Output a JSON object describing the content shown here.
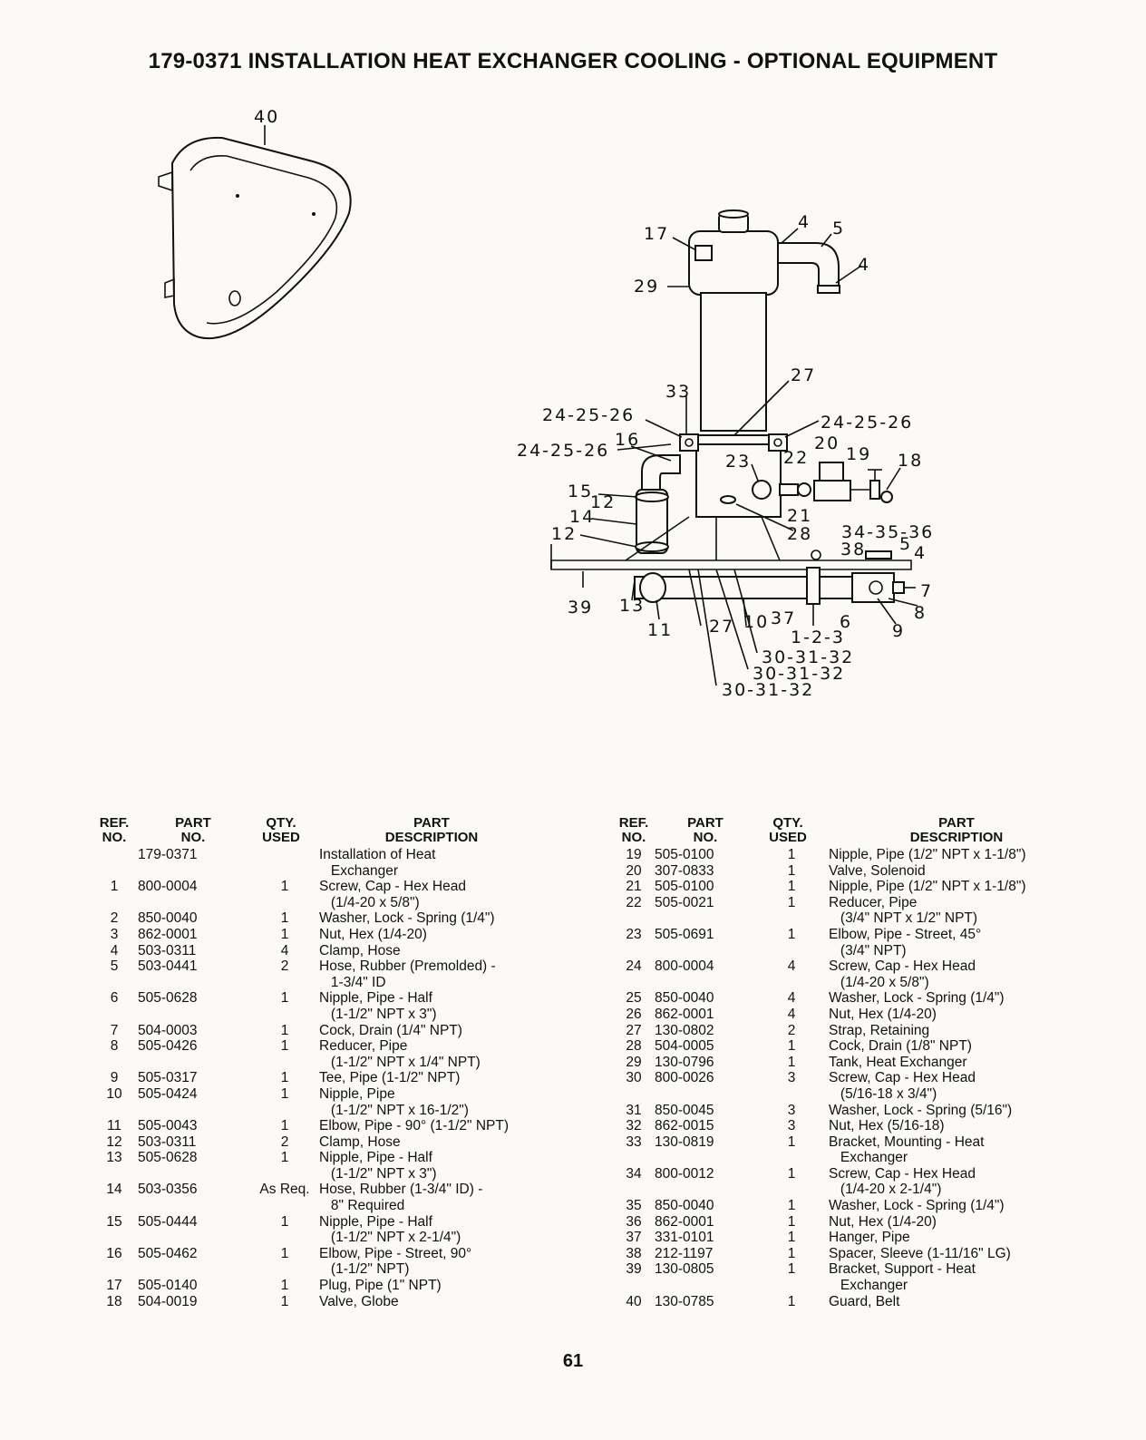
{
  "title": "179-0371 INSTALLATION HEAT EXCHANGER COOLING - OPTIONAL EQUIPMENT",
  "callouts": {
    "c40": "40",
    "c17": "17",
    "c4a": "4",
    "c5": "5",
    "c4b": "4",
    "c29": "29",
    "c27a": "27",
    "c33": "33",
    "c24a": "24-25-26",
    "c24b": "24-25-26",
    "c16": "16",
    "c24c": "24-25-26",
    "c20": "20",
    "c19": "19",
    "c18": "18",
    "c23": "23",
    "c22": "22",
    "c15": "15",
    "c12a": "12",
    "c14": "14",
    "c21": "21",
    "c28": "28",
    "c34": "34-35-36",
    "c12b": "12",
    "c38": "38",
    "c5b": "5",
    "c4c": "4",
    "c7": "7",
    "c8": "8",
    "c9": "9",
    "c6": "6",
    "c39": "39",
    "c13": "13",
    "c11": "11",
    "c27b": "27",
    "c10": "10",
    "c37": "37",
    "c123": "1-2-3",
    "c30a": "30-31-32",
    "c30b": "30-31-32",
    "c30c": "30-31-32"
  },
  "headers": {
    "ref": "REF.\nNO.",
    "part": "PART\nNO.",
    "qty": "QTY.\nUSED",
    "desc": "PART\nDESCRIPTION"
  },
  "parts_left": [
    {
      "ref": "",
      "part": "179-0371",
      "qty": "",
      "desc": "Installation of Heat\n   Exchanger"
    },
    {
      "ref": "1",
      "part": "800-0004",
      "qty": "1",
      "desc": "Screw, Cap - Hex Head\n   (1/4-20 x 5/8\")"
    },
    {
      "ref": "2",
      "part": "850-0040",
      "qty": "1",
      "desc": "Washer, Lock - Spring (1/4\")"
    },
    {
      "ref": "3",
      "part": "862-0001",
      "qty": "1",
      "desc": "Nut, Hex (1/4-20)"
    },
    {
      "ref": "4",
      "part": "503-0311",
      "qty": "4",
      "desc": "Clamp, Hose"
    },
    {
      "ref": "5",
      "part": "503-0441",
      "qty": "2",
      "desc": "Hose, Rubber (Premolded) -\n   1-3/4\" ID"
    },
    {
      "ref": "6",
      "part": "505-0628",
      "qty": "1",
      "desc": "Nipple, Pipe - Half\n   (1-1/2\" NPT x 3\")"
    },
    {
      "ref": "7",
      "part": "504-0003",
      "qty": "1",
      "desc": "Cock, Drain (1/4\" NPT)"
    },
    {
      "ref": "8",
      "part": "505-0426",
      "qty": "1",
      "desc": "Reducer, Pipe\n   (1-1/2\" NPT x 1/4\" NPT)"
    },
    {
      "ref": "9",
      "part": "505-0317",
      "qty": "1",
      "desc": "Tee, Pipe (1-1/2\" NPT)"
    },
    {
      "ref": "10",
      "part": "505-0424",
      "qty": "1",
      "desc": "Nipple, Pipe\n   (1-1/2\" NPT x 16-1/2\")"
    },
    {
      "ref": "11",
      "part": "505-0043",
      "qty": "1",
      "desc": "Elbow, Pipe - 90° (1-1/2\" NPT)"
    },
    {
      "ref": "12",
      "part": "503-0311",
      "qty": "2",
      "desc": "Clamp, Hose"
    },
    {
      "ref": "13",
      "part": "505-0628",
      "qty": "1",
      "desc": "Nipple, Pipe - Half\n   (1-1/2\" NPT x 3\")"
    },
    {
      "ref": "14",
      "part": "503-0356",
      "qty": "As Req.",
      "desc": "Hose, Rubber (1-3/4\" ID) -\n   8\" Required"
    },
    {
      "ref": "15",
      "part": "505-0444",
      "qty": "1",
      "desc": "Nipple, Pipe - Half\n   (1-1/2\" NPT x 2-1/4\")"
    },
    {
      "ref": "16",
      "part": "505-0462",
      "qty": "1",
      "desc": "Elbow, Pipe - Street, 90°\n   (1-1/2\" NPT)"
    },
    {
      "ref": "17",
      "part": "505-0140",
      "qty": "1",
      "desc": "Plug, Pipe (1\" NPT)"
    },
    {
      "ref": "18",
      "part": "504-0019",
      "qty": "1",
      "desc": "Valve, Globe"
    }
  ],
  "parts_right": [
    {
      "ref": "19",
      "part": "505-0100",
      "qty": "1",
      "desc": "Nipple, Pipe (1/2\" NPT x 1-1/8\")"
    },
    {
      "ref": "20",
      "part": "307-0833",
      "qty": "1",
      "desc": "Valve, Solenoid"
    },
    {
      "ref": "21",
      "part": "505-0100",
      "qty": "1",
      "desc": "Nipple, Pipe (1/2\" NPT x 1-1/8\")"
    },
    {
      "ref": "22",
      "part": "505-0021",
      "qty": "1",
      "desc": "Reducer, Pipe\n   (3/4\" NPT x 1/2\" NPT)"
    },
    {
      "ref": "23",
      "part": "505-0691",
      "qty": "1",
      "desc": "Elbow, Pipe - Street, 45°\n   (3/4\" NPT)"
    },
    {
      "ref": "24",
      "part": "800-0004",
      "qty": "4",
      "desc": "Screw, Cap - Hex Head\n   (1/4-20 x 5/8\")"
    },
    {
      "ref": "25",
      "part": "850-0040",
      "qty": "4",
      "desc": "Washer, Lock - Spring (1/4\")"
    },
    {
      "ref": "26",
      "part": "862-0001",
      "qty": "4",
      "desc": "Nut, Hex (1/4-20)"
    },
    {
      "ref": "27",
      "part": "130-0802",
      "qty": "2",
      "desc": "Strap, Retaining"
    },
    {
      "ref": "28",
      "part": "504-0005",
      "qty": "1",
      "desc": "Cock, Drain (1/8\" NPT)"
    },
    {
      "ref": "29",
      "part": "130-0796",
      "qty": "1",
      "desc": "Tank, Heat Exchanger"
    },
    {
      "ref": "30",
      "part": "800-0026",
      "qty": "3",
      "desc": "Screw, Cap - Hex Head\n   (5/16-18 x 3/4\")"
    },
    {
      "ref": "31",
      "part": "850-0045",
      "qty": "3",
      "desc": "Washer, Lock - Spring (5/16\")"
    },
    {
      "ref": "32",
      "part": "862-0015",
      "qty": "3",
      "desc": "Nut, Hex (5/16-18)"
    },
    {
      "ref": "33",
      "part": "130-0819",
      "qty": "1",
      "desc": "Bracket, Mounting - Heat\n   Exchanger"
    },
    {
      "ref": "34",
      "part": "800-0012",
      "qty": "1",
      "desc": "Screw, Cap - Hex Head\n   (1/4-20 x 2-1/4\")"
    },
    {
      "ref": "35",
      "part": "850-0040",
      "qty": "1",
      "desc": "Washer, Lock - Spring (1/4\")"
    },
    {
      "ref": "36",
      "part": "862-0001",
      "qty": "1",
      "desc": "Nut, Hex (1/4-20)"
    },
    {
      "ref": "37",
      "part": "331-0101",
      "qty": "1",
      "desc": "Hanger, Pipe"
    },
    {
      "ref": "38",
      "part": "212-1197",
      "qty": "1",
      "desc": "Spacer, Sleeve (1-11/16\" LG)"
    },
    {
      "ref": "39",
      "part": "130-0805",
      "qty": "1",
      "desc": "Bracket, Support - Heat\n   Exchanger"
    },
    {
      "ref": "40",
      "part": "130-0785",
      "qty": "1",
      "desc": "Guard, Belt"
    }
  ],
  "page_number": "61"
}
